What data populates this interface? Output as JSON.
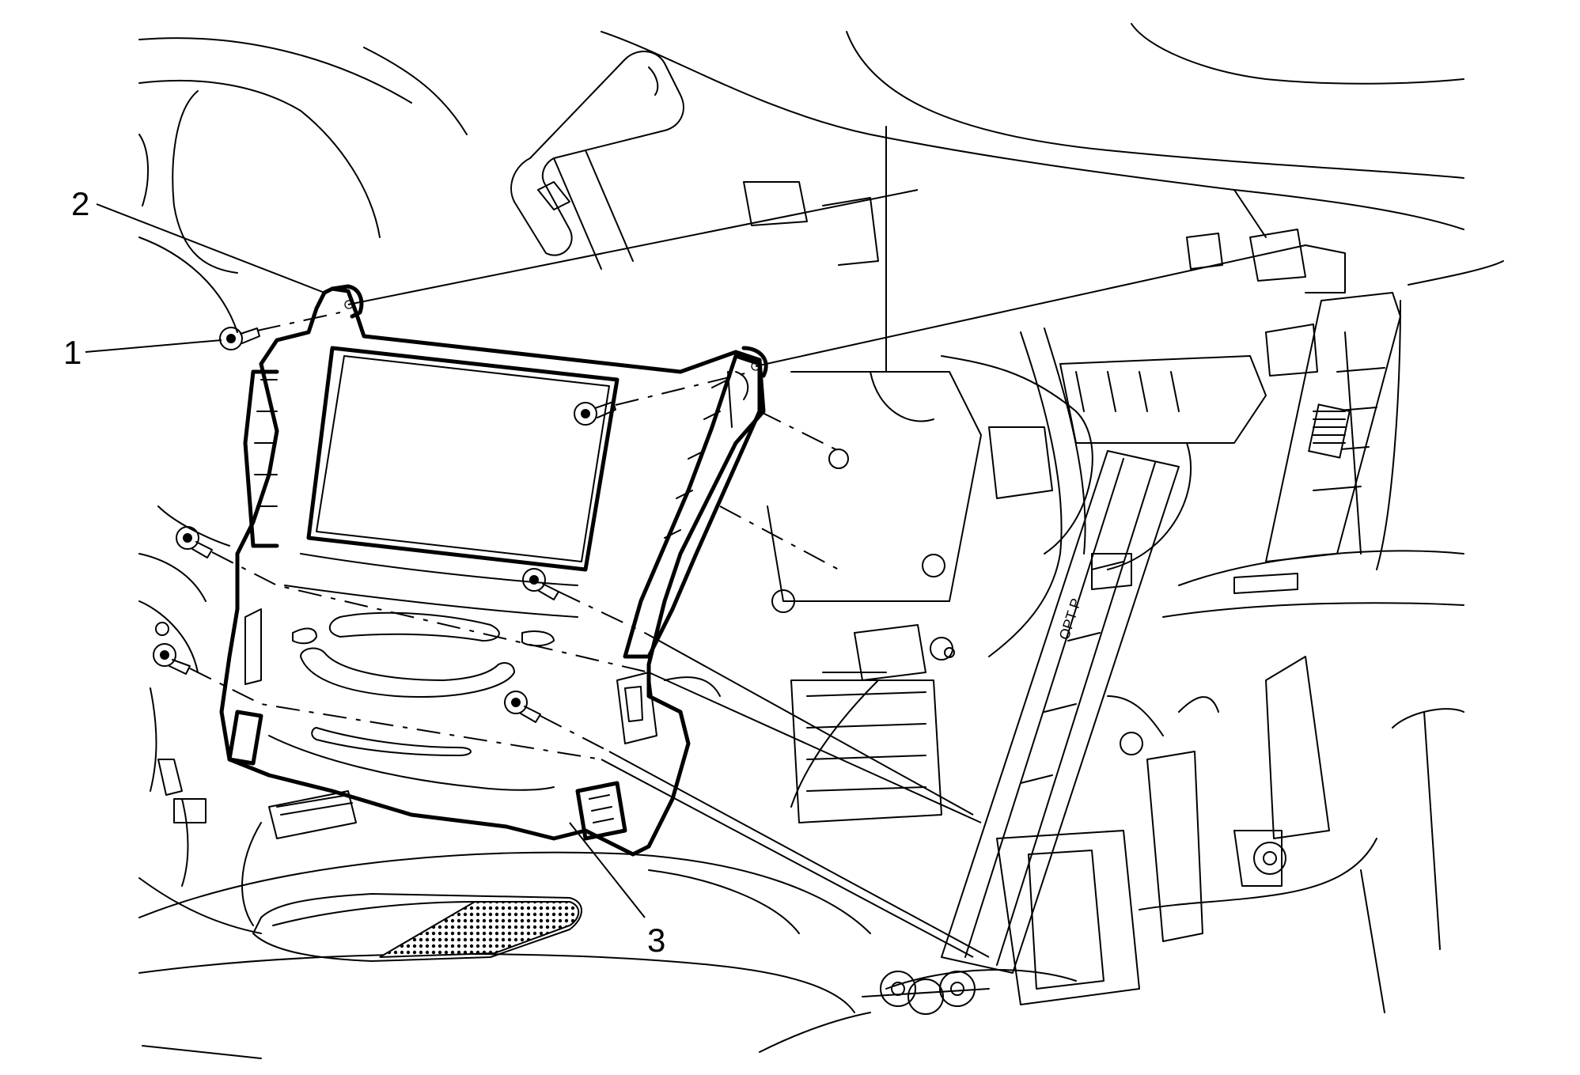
{
  "callouts": {
    "c1": "1",
    "c2": "2",
    "c3": "3"
  },
  "labels": {
    "opt": "OPT P"
  }
}
